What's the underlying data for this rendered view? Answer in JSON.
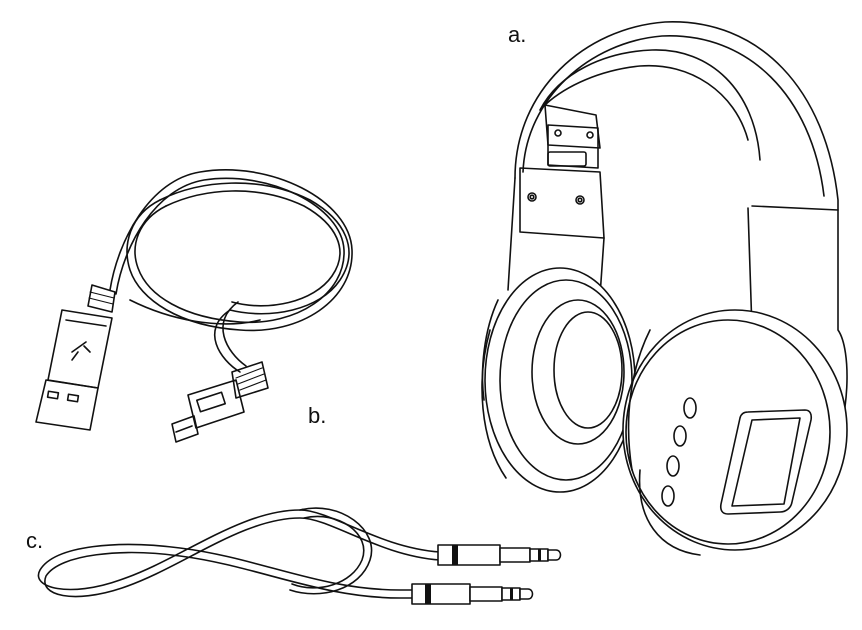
{
  "labels": {
    "headphones": "a.",
    "usb_cable": "b.",
    "audio_cable": "c."
  },
  "colors": {
    "line": "#111111",
    "background": "#ffffff"
  }
}
